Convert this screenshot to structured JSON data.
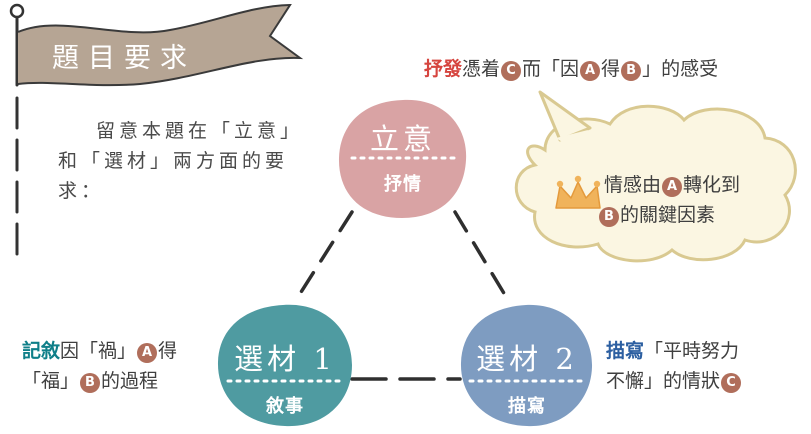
{
  "banner": {
    "title": "題目要求"
  },
  "intro": {
    "text": "留意本題在「立意」和「選材」兩方面的要求："
  },
  "center": {
    "title": "立意",
    "subtitle": "抒情"
  },
  "left": {
    "title": "選材 1",
    "subtitle": "敘事"
  },
  "right": {
    "title": "選材 2",
    "subtitle": "描寫"
  },
  "top_note": {
    "keyword": "抒發",
    "parts": [
      "憑着",
      "C",
      "而「因",
      "A",
      "得",
      "B",
      "」的感受"
    ]
  },
  "cloud_note": {
    "line1": [
      "情感由",
      "A",
      "轉化到"
    ],
    "line2": [
      "B",
      "的關鍵因素"
    ]
  },
  "left_note": {
    "keyword": "記敘",
    "line1": [
      "因「禍」",
      "A",
      "得"
    ],
    "line2": [
      "「福」",
      "B",
      "的過程"
    ]
  },
  "right_note": {
    "keyword": "描寫",
    "line1": "「平時努力",
    "line2": [
      "不懈」的情狀",
      "C"
    ]
  },
  "colors": {
    "banner": "#b6a594",
    "center_circle": "#d9a3a4",
    "left_circle": "#4f9ba1",
    "right_circle": "#7e9cc1",
    "accent_red": "#d6453f",
    "badge": "#b06e5b",
    "cloud_fill": "#fbf6e2",
    "cloud_stroke": "#d9c991",
    "crown": "#f0b35b"
  }
}
